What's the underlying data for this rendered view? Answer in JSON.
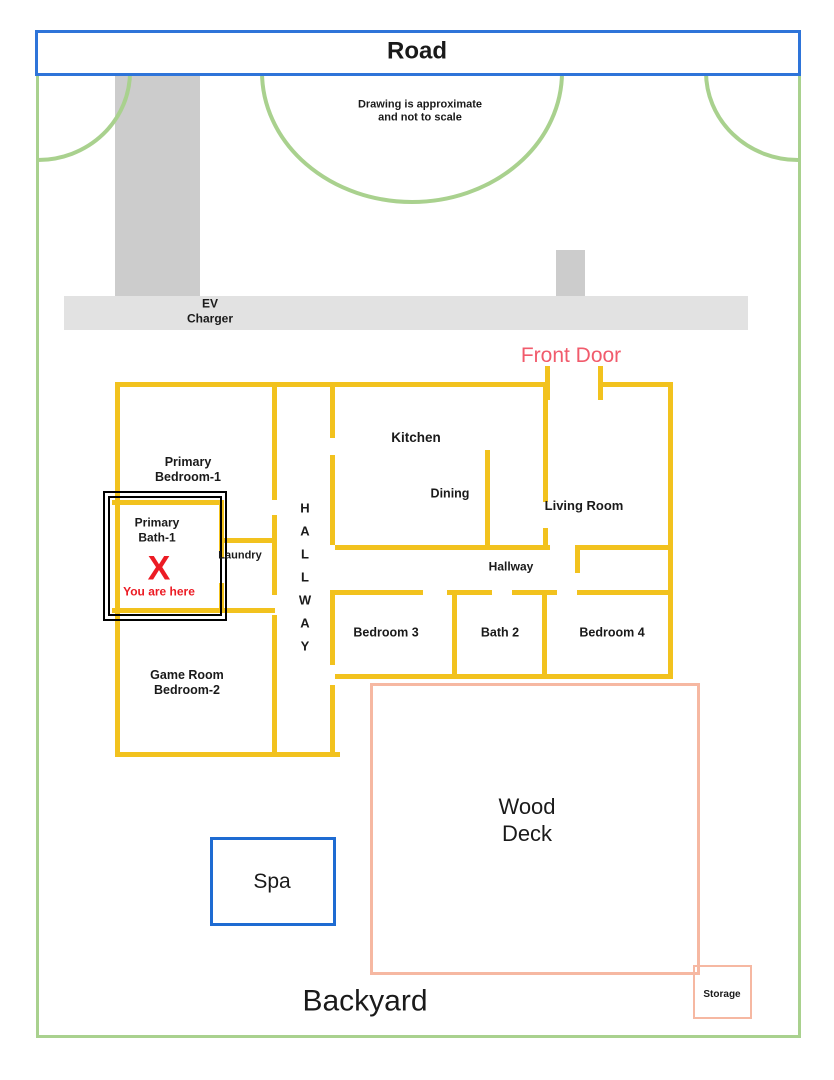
{
  "road": {
    "label": "Road"
  },
  "site": {
    "note": "Drawing is approximate and not to scale",
    "ev_charger": "EV Charger",
    "front_door": "Front Door",
    "backyard": "Backyard"
  },
  "rooms": {
    "primary_bedroom_1": "Primary Bedroom-1",
    "primary_bath_1": "Primary Bath-1",
    "marker_x": "X",
    "you_are_here": "You are here",
    "laundry": "Laundry",
    "hallway_vertical": "H A L L W A Y",
    "kitchen": "Kitchen",
    "dining": "Dining",
    "living_room": "Living Room",
    "hallway": "Hallway",
    "bedroom_3": "Bedroom 3",
    "bath_2": "Bath 2",
    "bedroom_4": "Bedroom 4",
    "game_room_bedroom_2": "Game Room Bedroom-2"
  },
  "outdoor": {
    "spa": "Spa",
    "wood_deck": "Wood Deck",
    "storage": "Storage"
  },
  "colors": {
    "property_line_green": "#A9D18E",
    "wall_yellow": "#F2C21E",
    "road_border_blue": "#2E74D9",
    "spa_border_blue": "#1E6BD2",
    "deck_border_salmon": "#F6B8A2",
    "marker_red": "#EC1B24",
    "front_door_red": "#F15B6C",
    "driveway_gray": "#CCCCCC"
  }
}
